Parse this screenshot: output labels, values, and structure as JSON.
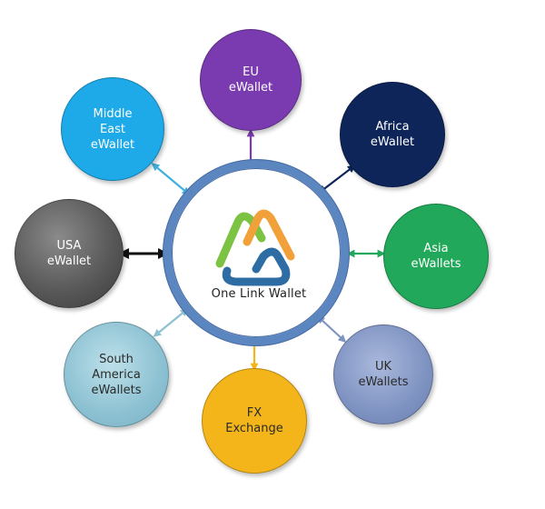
{
  "diagram": {
    "hub": {
      "label": "One Link Wallet",
      "ring_color": "#5b86c0"
    },
    "nodes": [
      {
        "id": "eu",
        "label": "EU\neWallet",
        "color": "#7b3bb0",
        "arrow_color": "#7b3bb0"
      },
      {
        "id": "africa",
        "label": "Africa\neWallet",
        "color": "#0d2559",
        "arrow_color": "#0d2559"
      },
      {
        "id": "asia",
        "label": "Asia\neWallets",
        "color": "#22a85a",
        "arrow_color": "#22a85a"
      },
      {
        "id": "uk",
        "label": "UK\neWallets",
        "color": "#7f93c2",
        "arrow_color": "#7f93c2"
      },
      {
        "id": "fx",
        "label": "FX\nExchange",
        "color": "#f3b51a",
        "arrow_color": "#f3b51a"
      },
      {
        "id": "south-america",
        "label": "South\nAmerica\neWallets",
        "color": "#8cc1d2",
        "arrow_color": "#8cc1d2"
      },
      {
        "id": "usa",
        "label": "USA\neWallet",
        "color": "#505050",
        "arrow_color": "#111111"
      },
      {
        "id": "middle-east",
        "label": "Middle\nEast\neWallet",
        "color": "#1ea9e8",
        "arrow_color": "#3fb0df"
      }
    ],
    "logo_colors": [
      "#7cc243",
      "#f2a13a",
      "#2e6da4"
    ]
  }
}
